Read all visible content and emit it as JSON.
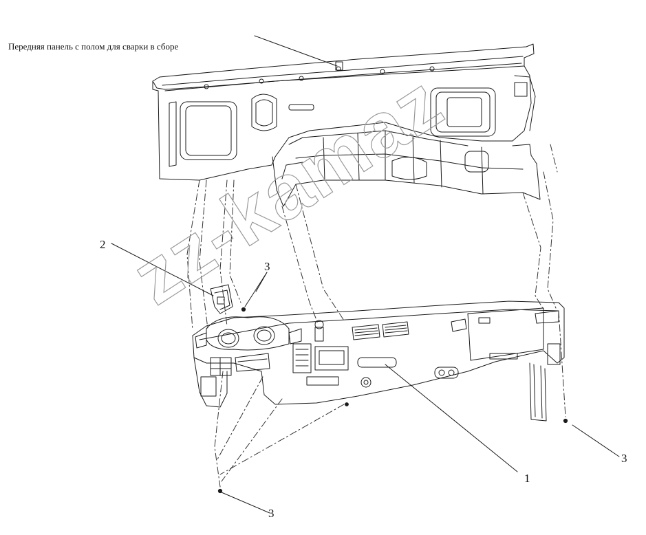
{
  "caption": "Передняя панель с полом для сварки в сборе",
  "callouts": {
    "dashboard": "1",
    "bracket": "2",
    "bolt_top": "3",
    "bolt_right": "3",
    "bolt_bottom": "3"
  },
  "watermark": "zz-kamaz",
  "colors": {
    "line": "#1a1a1a",
    "dash": "#333333",
    "watermark": "#9a9a9a"
  }
}
